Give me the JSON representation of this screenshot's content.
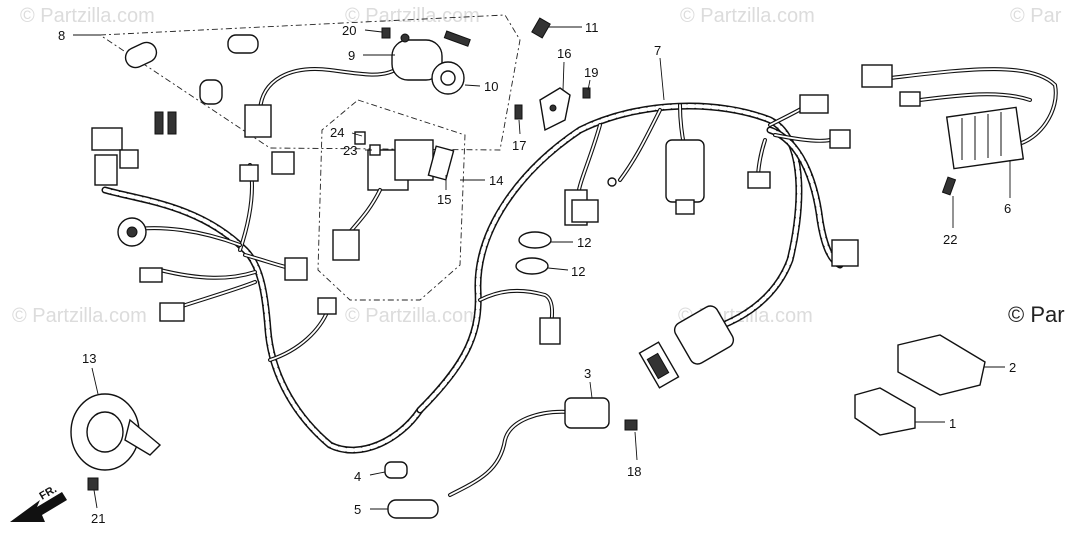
{
  "watermarks": [
    "© Partzilla.com",
    "© Partzilla.com",
    "© Partzilla.com",
    "© Partzilla.com",
    "© Partzilla.com",
    "© Partzilla.com",
    "© Par"
  ],
  "watermark_big": "© Par",
  "front_arrow_label": "FR.",
  "callouts": {
    "c1": "1",
    "c2": "2",
    "c3": "3",
    "c4": "4",
    "c5": "5",
    "c6": "6",
    "c7": "7",
    "c8": "8",
    "c9": "9",
    "c10": "10",
    "c11": "11",
    "c12a": "12",
    "c12b": "12",
    "c13": "13",
    "c14": "14",
    "c15": "15",
    "c16": "16",
    "c17": "17",
    "c18": "18",
    "c19": "19",
    "c20": "20",
    "c21": "21",
    "c22": "22",
    "c23": "23",
    "c24": "24"
  }
}
